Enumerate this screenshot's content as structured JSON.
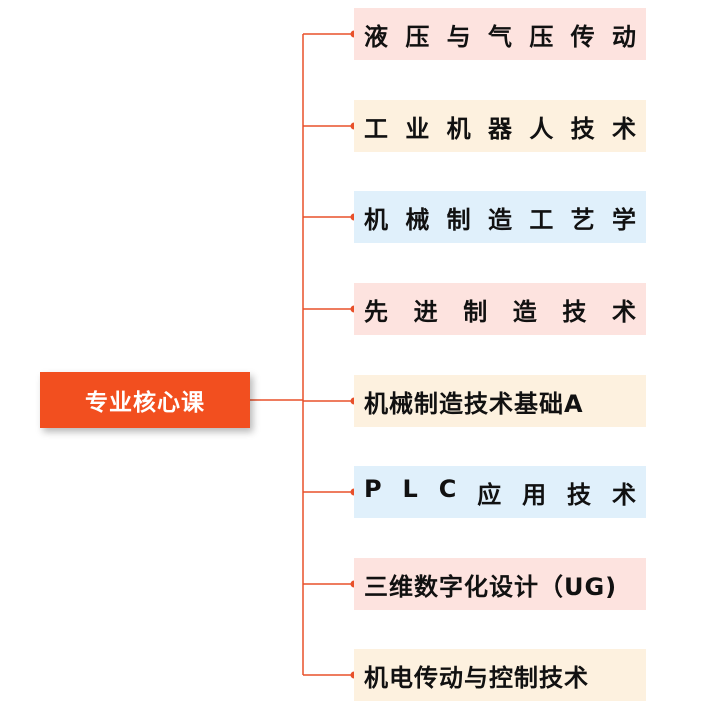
{
  "root": {
    "label": "专业核心课",
    "color": "#f24f1f"
  },
  "connector_color": "#e8502a",
  "items": [
    {
      "label": "液压与气压传动",
      "bg": "#fde3df"
    },
    {
      "label": "工业机器人技术",
      "bg": "#fdf1df"
    },
    {
      "label": "机械制造工艺学",
      "bg": "#e0f0fb"
    },
    {
      "label": "先进制造技术",
      "bg": "#fde3df"
    },
    {
      "label": "机械制造技术基础A",
      "bg": "#fdf1df"
    },
    {
      "label": "PLC应用技术",
      "bg": "#e0f0fb"
    },
    {
      "label": "三维数字化设计（UG)",
      "bg": "#fde3df"
    },
    {
      "label": "机电传动与控制技术",
      "bg": "#fdf1df"
    }
  ]
}
